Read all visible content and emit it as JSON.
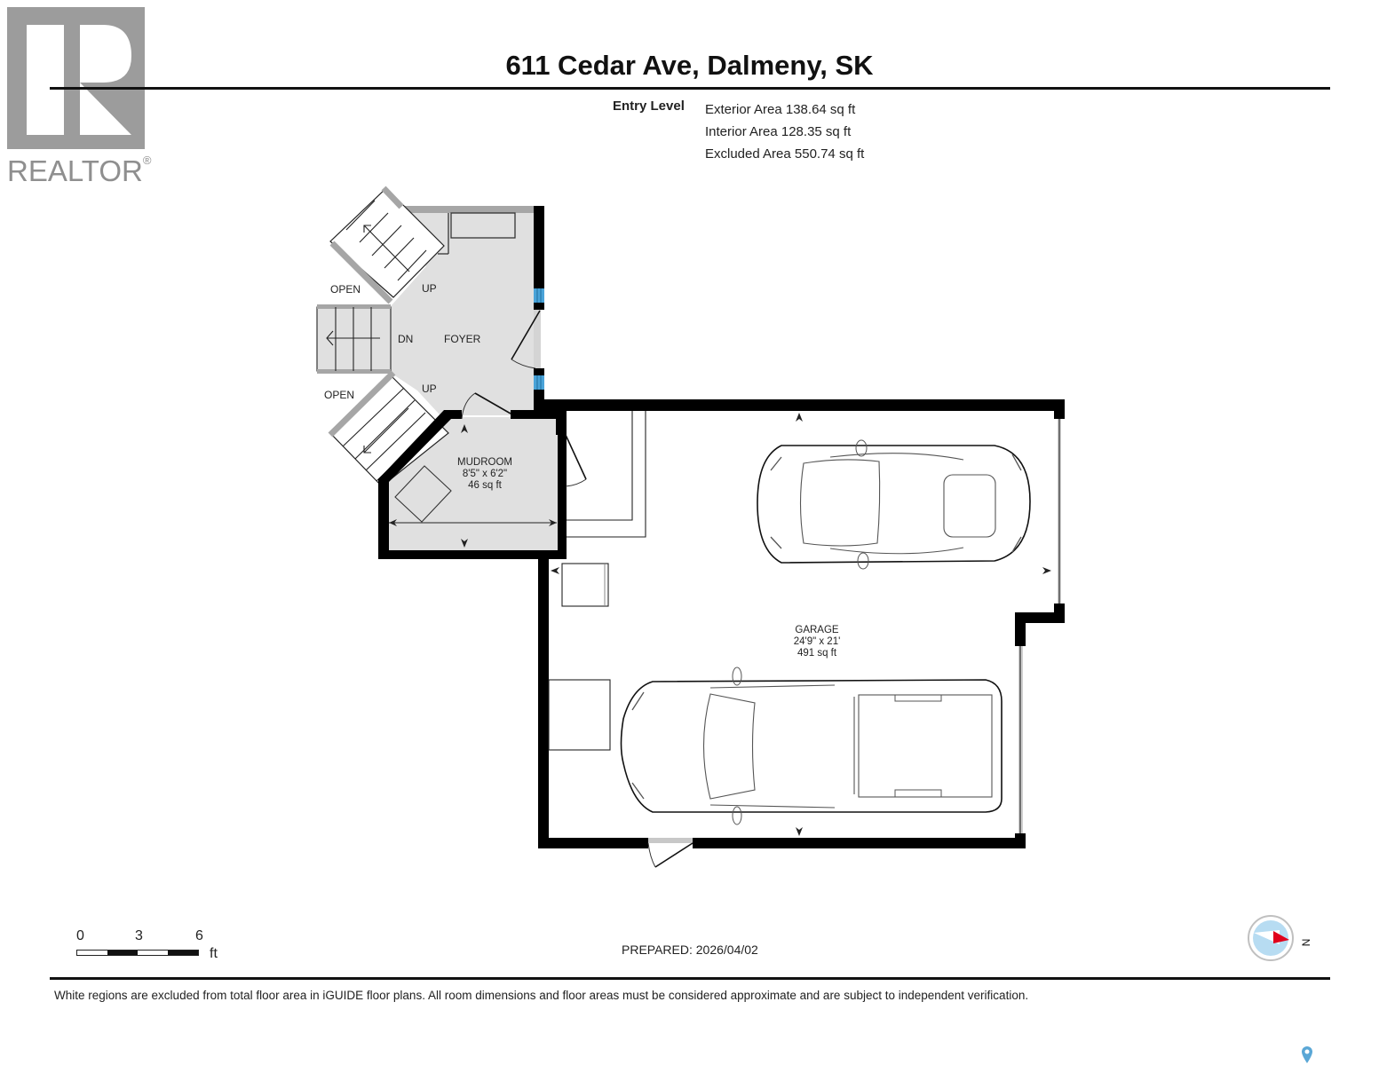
{
  "brand": {
    "logo_letter": "R",
    "logo_text": "REALTOR",
    "logo_mark": "®"
  },
  "header": {
    "title": "611 Cedar Ave, Dalmeny, SK"
  },
  "summary": {
    "level": "Entry Level",
    "exterior_area": "Exterior Area 138.64 sq ft",
    "interior_area": "Interior Area 128.35 sq ft",
    "excluded_area": "Excluded Area 550.74 sq ft"
  },
  "floorplan": {
    "labels": {
      "open_top": "OPEN",
      "up_top": "UP",
      "dn": "DN",
      "foyer": "FOYER",
      "open_bottom": "OPEN",
      "up_bottom": "UP"
    },
    "rooms": [
      {
        "name": "MUDROOM",
        "dimensions": "8'5\" x 6'2\"",
        "area": "46 sq ft"
      },
      {
        "name": "GARAGE",
        "dimensions": "24'9\" x 21'",
        "area": "491 sq ft"
      }
    ],
    "colors": {
      "wall": "#000000",
      "interior_floor": "#e0e0e0",
      "excluded_floor": "#ffffff",
      "stair_rail": "#a6a6a6",
      "window": "#4aa3d8"
    }
  },
  "scale": {
    "ticks": [
      "0",
      "3",
      "6"
    ],
    "unit": "ft"
  },
  "footer": {
    "prepared": "PREPARED: 2026/04/02",
    "compass_label": "N",
    "disclaimer": "White regions are excluded from total floor area in iGUIDE floor plans. All room dimensions and floor areas must be considered approximate and are subject to independent verification."
  },
  "colors": {
    "compass_ring": "#c0c0c0",
    "compass_fill": "#b7dcf2",
    "compass_needle": "#e0001b",
    "pin": "#5aa7d6"
  }
}
